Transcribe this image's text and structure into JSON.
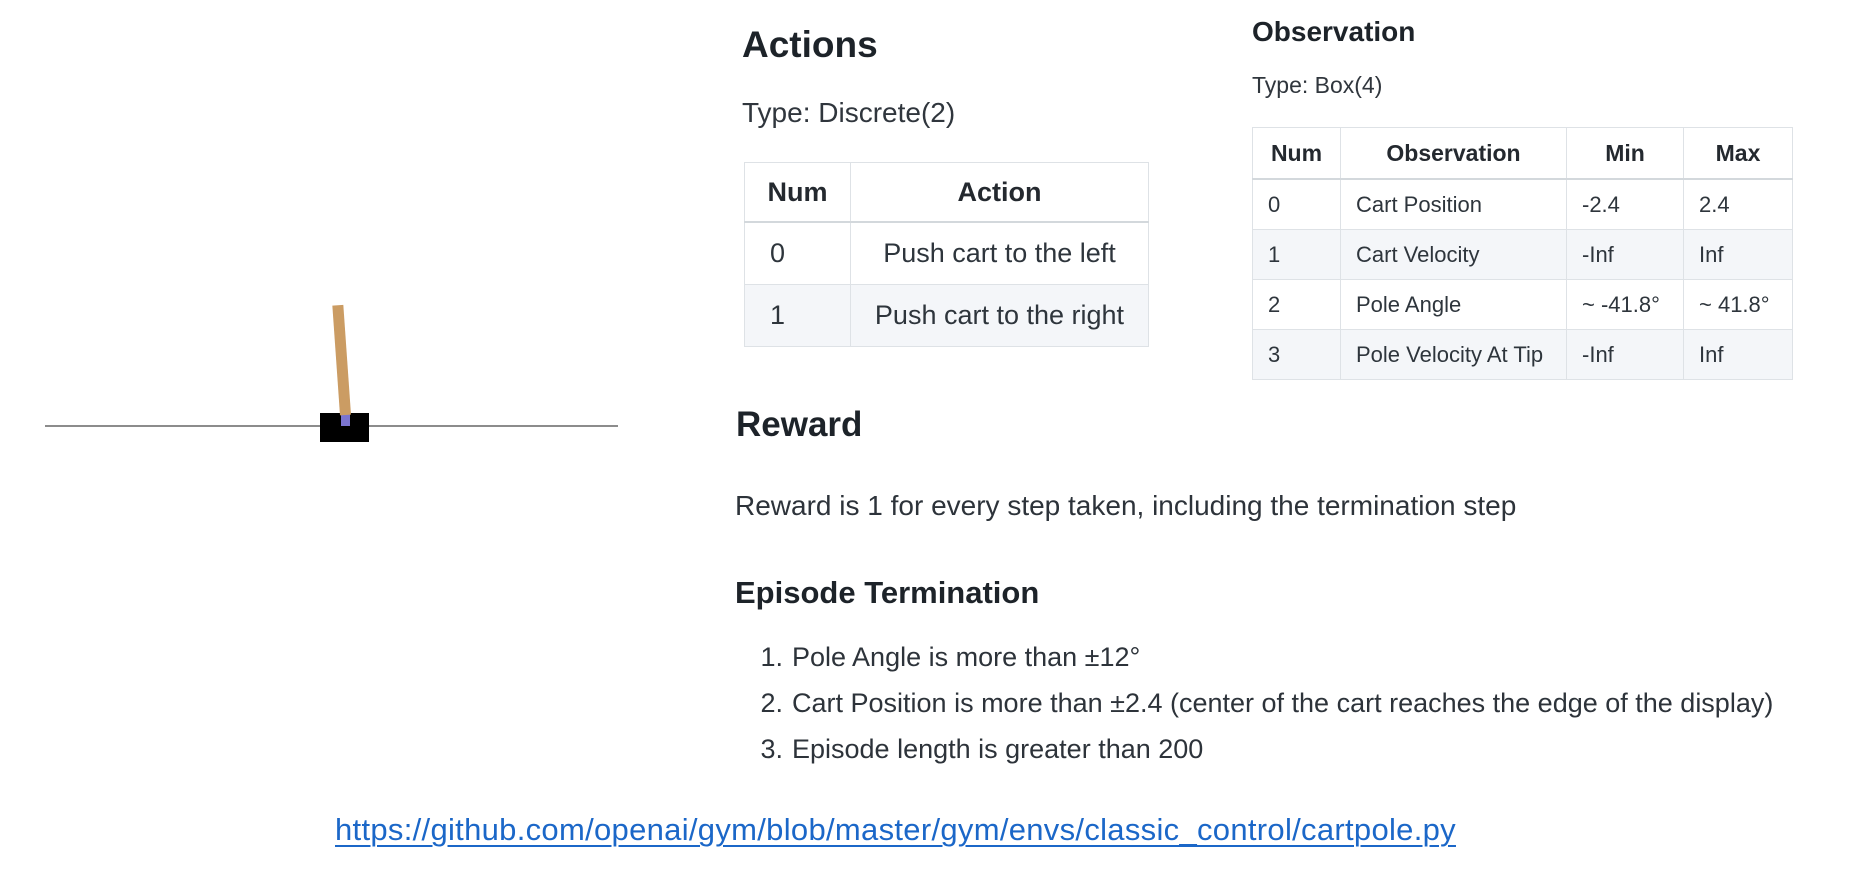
{
  "figure": {
    "name": "CartPole environment rendering",
    "elements": [
      "track",
      "cart",
      "pole",
      "axle"
    ]
  },
  "actions": {
    "title": "Actions",
    "type_label": "Type: Discrete(2)",
    "table": {
      "headers": [
        "Num",
        "Action"
      ],
      "rows": [
        [
          "0",
          "Push cart to the left"
        ],
        [
          "1",
          "Push cart to the right"
        ]
      ]
    }
  },
  "observation": {
    "title": "Observation",
    "type_label": "Type: Box(4)",
    "table": {
      "headers": [
        "Num",
        "Observation",
        "Min",
        "Max"
      ],
      "rows": [
        [
          "0",
          "Cart Position",
          "-2.4",
          "2.4"
        ],
        [
          "1",
          "Cart Velocity",
          "-Inf",
          "Inf"
        ],
        [
          "2",
          "Pole Angle",
          "~ -41.8°",
          "~ 41.8°"
        ],
        [
          "3",
          "Pole Velocity At Tip",
          "-Inf",
          "Inf"
        ]
      ]
    }
  },
  "reward": {
    "title": "Reward",
    "text": "Reward is 1 for every step taken, including the termination step"
  },
  "episode_termination": {
    "title": "Episode Termination",
    "items": [
      {
        "num": "1.",
        "text": "Pole Angle is more than ±12°"
      },
      {
        "num": "2.",
        "text": "Cart Position is more than ±2.4 (center of the cart reaches the edge of the display)"
      },
      {
        "num": "3.",
        "text": "Episode length is greater than 200"
      }
    ]
  },
  "link": {
    "text": "https://github.com/openai/gym/blob/master/gym/envs/classic_control/cartpole.py"
  },
  "colors": {
    "pole": "#cb9c63",
    "axle": "#7b74cf",
    "cart": "#000000",
    "track": "#8c8c8c",
    "table_border": "#dee2e6",
    "table_alt_row": "#f4f6f9",
    "heading_text": "#1d2329",
    "body_text": "#2d333a",
    "link_blue": "#1b67c8"
  }
}
